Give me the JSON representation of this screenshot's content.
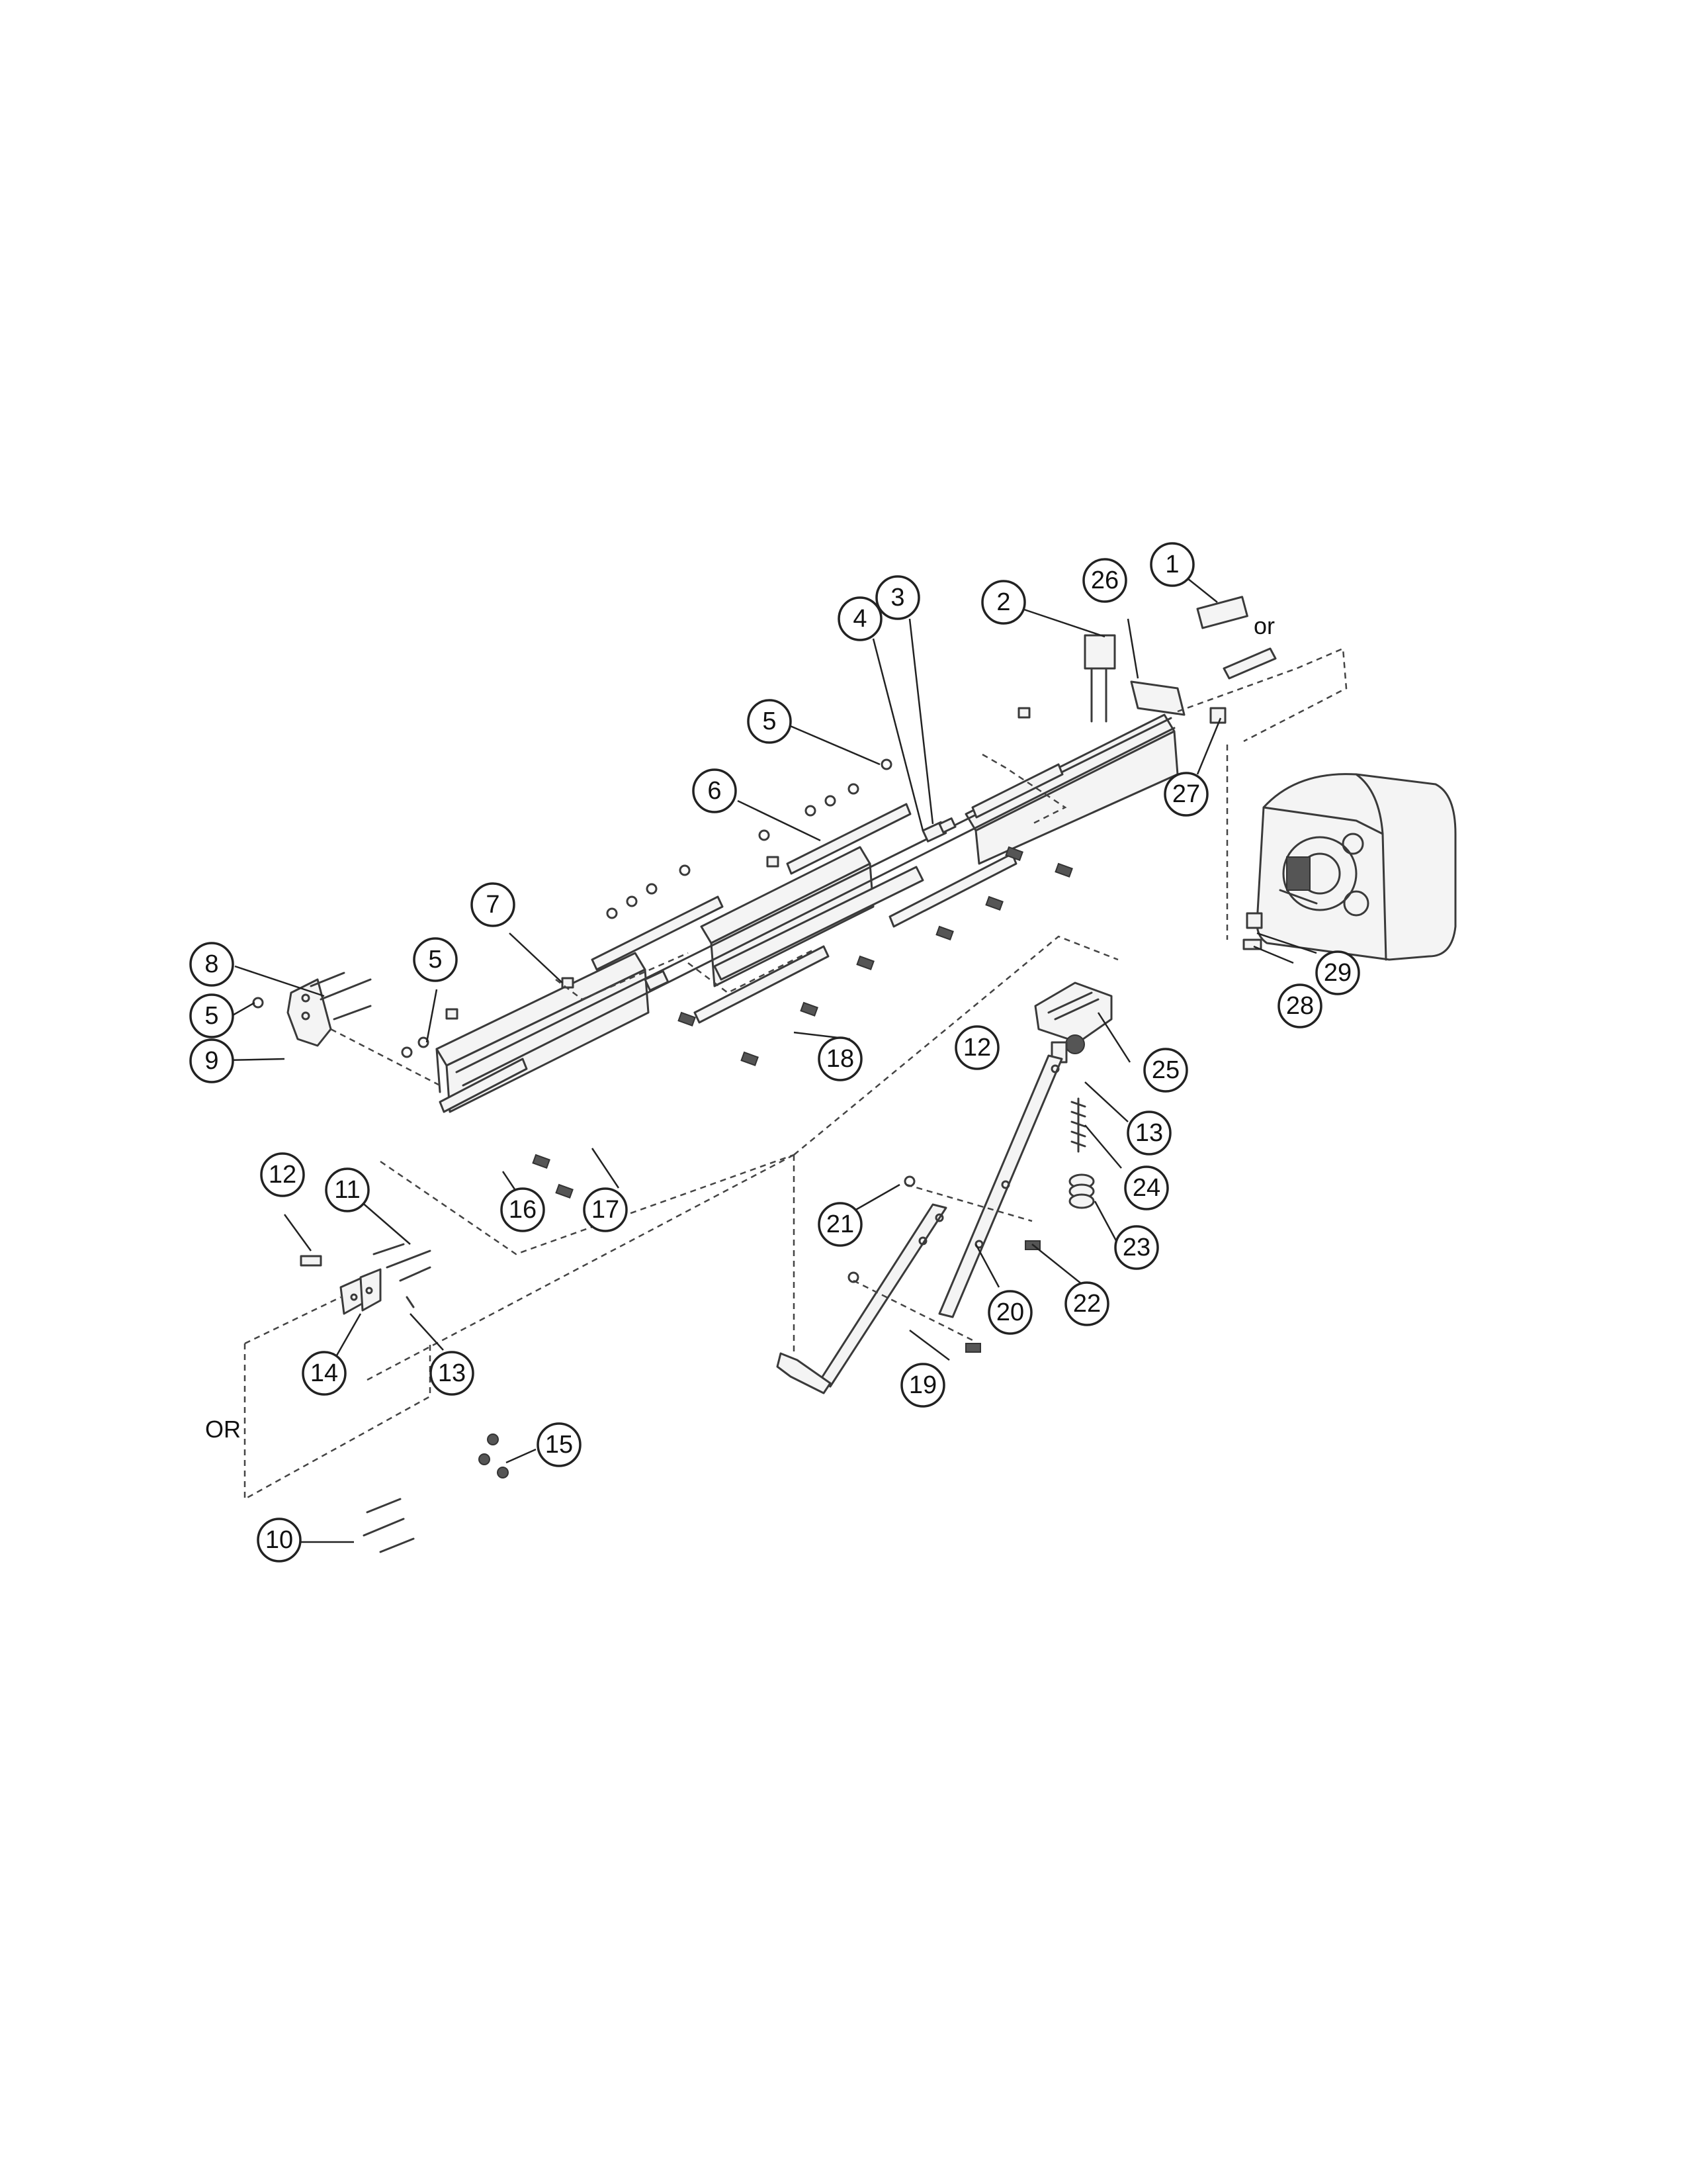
{
  "callouts": {
    "c1": "1",
    "c2": "2",
    "c3": "3",
    "c4": "4",
    "c5a": "5",
    "c5b": "5",
    "c5c": "5",
    "c6": "6",
    "c7": "7",
    "c8": "8",
    "c9": "9",
    "c10": "10",
    "c11": "11",
    "c12a": "12",
    "c12b": "12",
    "c13a": "13",
    "c13b": "13",
    "c14": "14",
    "c15": "15",
    "c16": "16",
    "c17": "17",
    "c18": "18",
    "c19": "19",
    "c20": "20",
    "c21": "21",
    "c22": "22",
    "c23": "23",
    "c24": "24",
    "c25": "25",
    "c26": "26",
    "c27": "27",
    "c28": "28",
    "c29": "29"
  },
  "labels": {
    "or_upper": "or",
    "or_lower": "OR"
  }
}
